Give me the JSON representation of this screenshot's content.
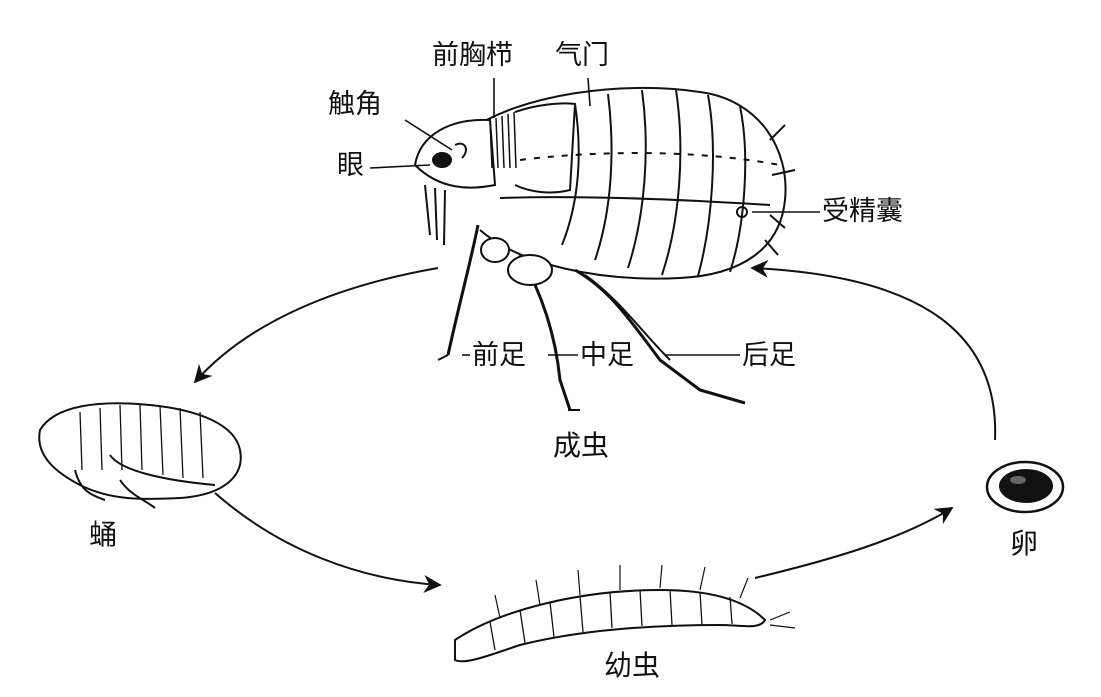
{
  "adult": {
    "name": "成虫",
    "labels": {
      "antenna": "触角",
      "eye": "眼",
      "pronotal_comb": "前胸栉",
      "spiracle": "气门",
      "spermatheca": "受精囊",
      "foreleg": "前足",
      "midleg": "中足",
      "hindleg": "后足"
    }
  },
  "stages": {
    "egg": "卵",
    "larva": "幼虫",
    "pupa": "蛹"
  },
  "colors": {
    "ink": "#111111",
    "background": "#ffffff"
  }
}
